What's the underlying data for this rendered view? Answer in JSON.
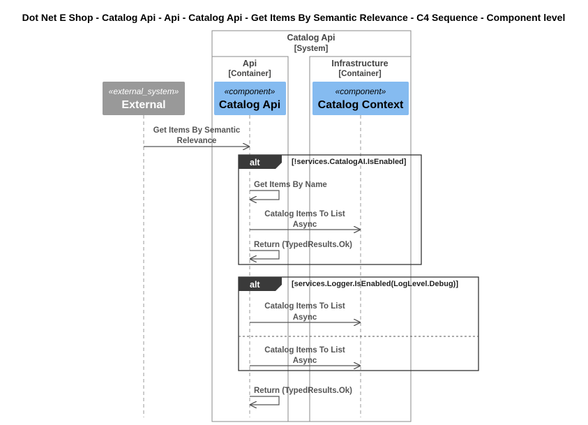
{
  "title": "Dot Net E Shop - Catalog Api - Api - Catalog Api - Get Items By Semantic Relevance - C4 Sequence - Component level",
  "system_boundary": {
    "name": "Catalog Api",
    "type": "[System]"
  },
  "containers": [
    {
      "name": "Api",
      "type": "[Container]"
    },
    {
      "name": "Infrastructure",
      "type": "[Container]"
    }
  ],
  "participants": [
    {
      "stereotype": "«external_system»",
      "name": "External",
      "color": "#999999"
    },
    {
      "stereotype": "«component»",
      "name": "Catalog Api",
      "color": "#85bbf0"
    },
    {
      "stereotype": "«component»",
      "name": "Catalog Context",
      "color": "#85bbf0"
    }
  ],
  "messages": [
    {
      "from": "External",
      "to": "Catalog Api",
      "lines": [
        "Get Items By Semantic",
        "Relevance"
      ]
    },
    {
      "from": "Catalog Api",
      "to": "Catalog Api",
      "lines": [
        "Get Items By Name"
      ]
    },
    {
      "from": "Catalog Api",
      "to": "Catalog Context",
      "lines": [
        "Catalog Items To List",
        "Async"
      ]
    },
    {
      "from": "Catalog Api",
      "to": "Catalog Api",
      "lines": [
        "Return (TypedResults.Ok)"
      ]
    },
    {
      "from": "Catalog Api",
      "to": "Catalog Context",
      "lines": [
        "Catalog Items To List",
        "Async"
      ]
    },
    {
      "from": "Catalog Api",
      "to": "Catalog Context",
      "lines": [
        "Catalog Items To List",
        "Async"
      ]
    },
    {
      "from": "Catalog Api",
      "to": "Catalog Api",
      "lines": [
        "Return (TypedResults.Ok)"
      ]
    }
  ],
  "fragments": [
    {
      "keyword": "alt",
      "condition": "[!services.CatalogAI.IsEnabled]"
    },
    {
      "keyword": "alt",
      "condition": "[services.Logger.IsEnabled(LogLevel.Debug)]"
    }
  ],
  "colors": {
    "line": "#555555",
    "boundary": "#888888",
    "frame": "#333333",
    "alt_tab": "#3a3a3a"
  }
}
